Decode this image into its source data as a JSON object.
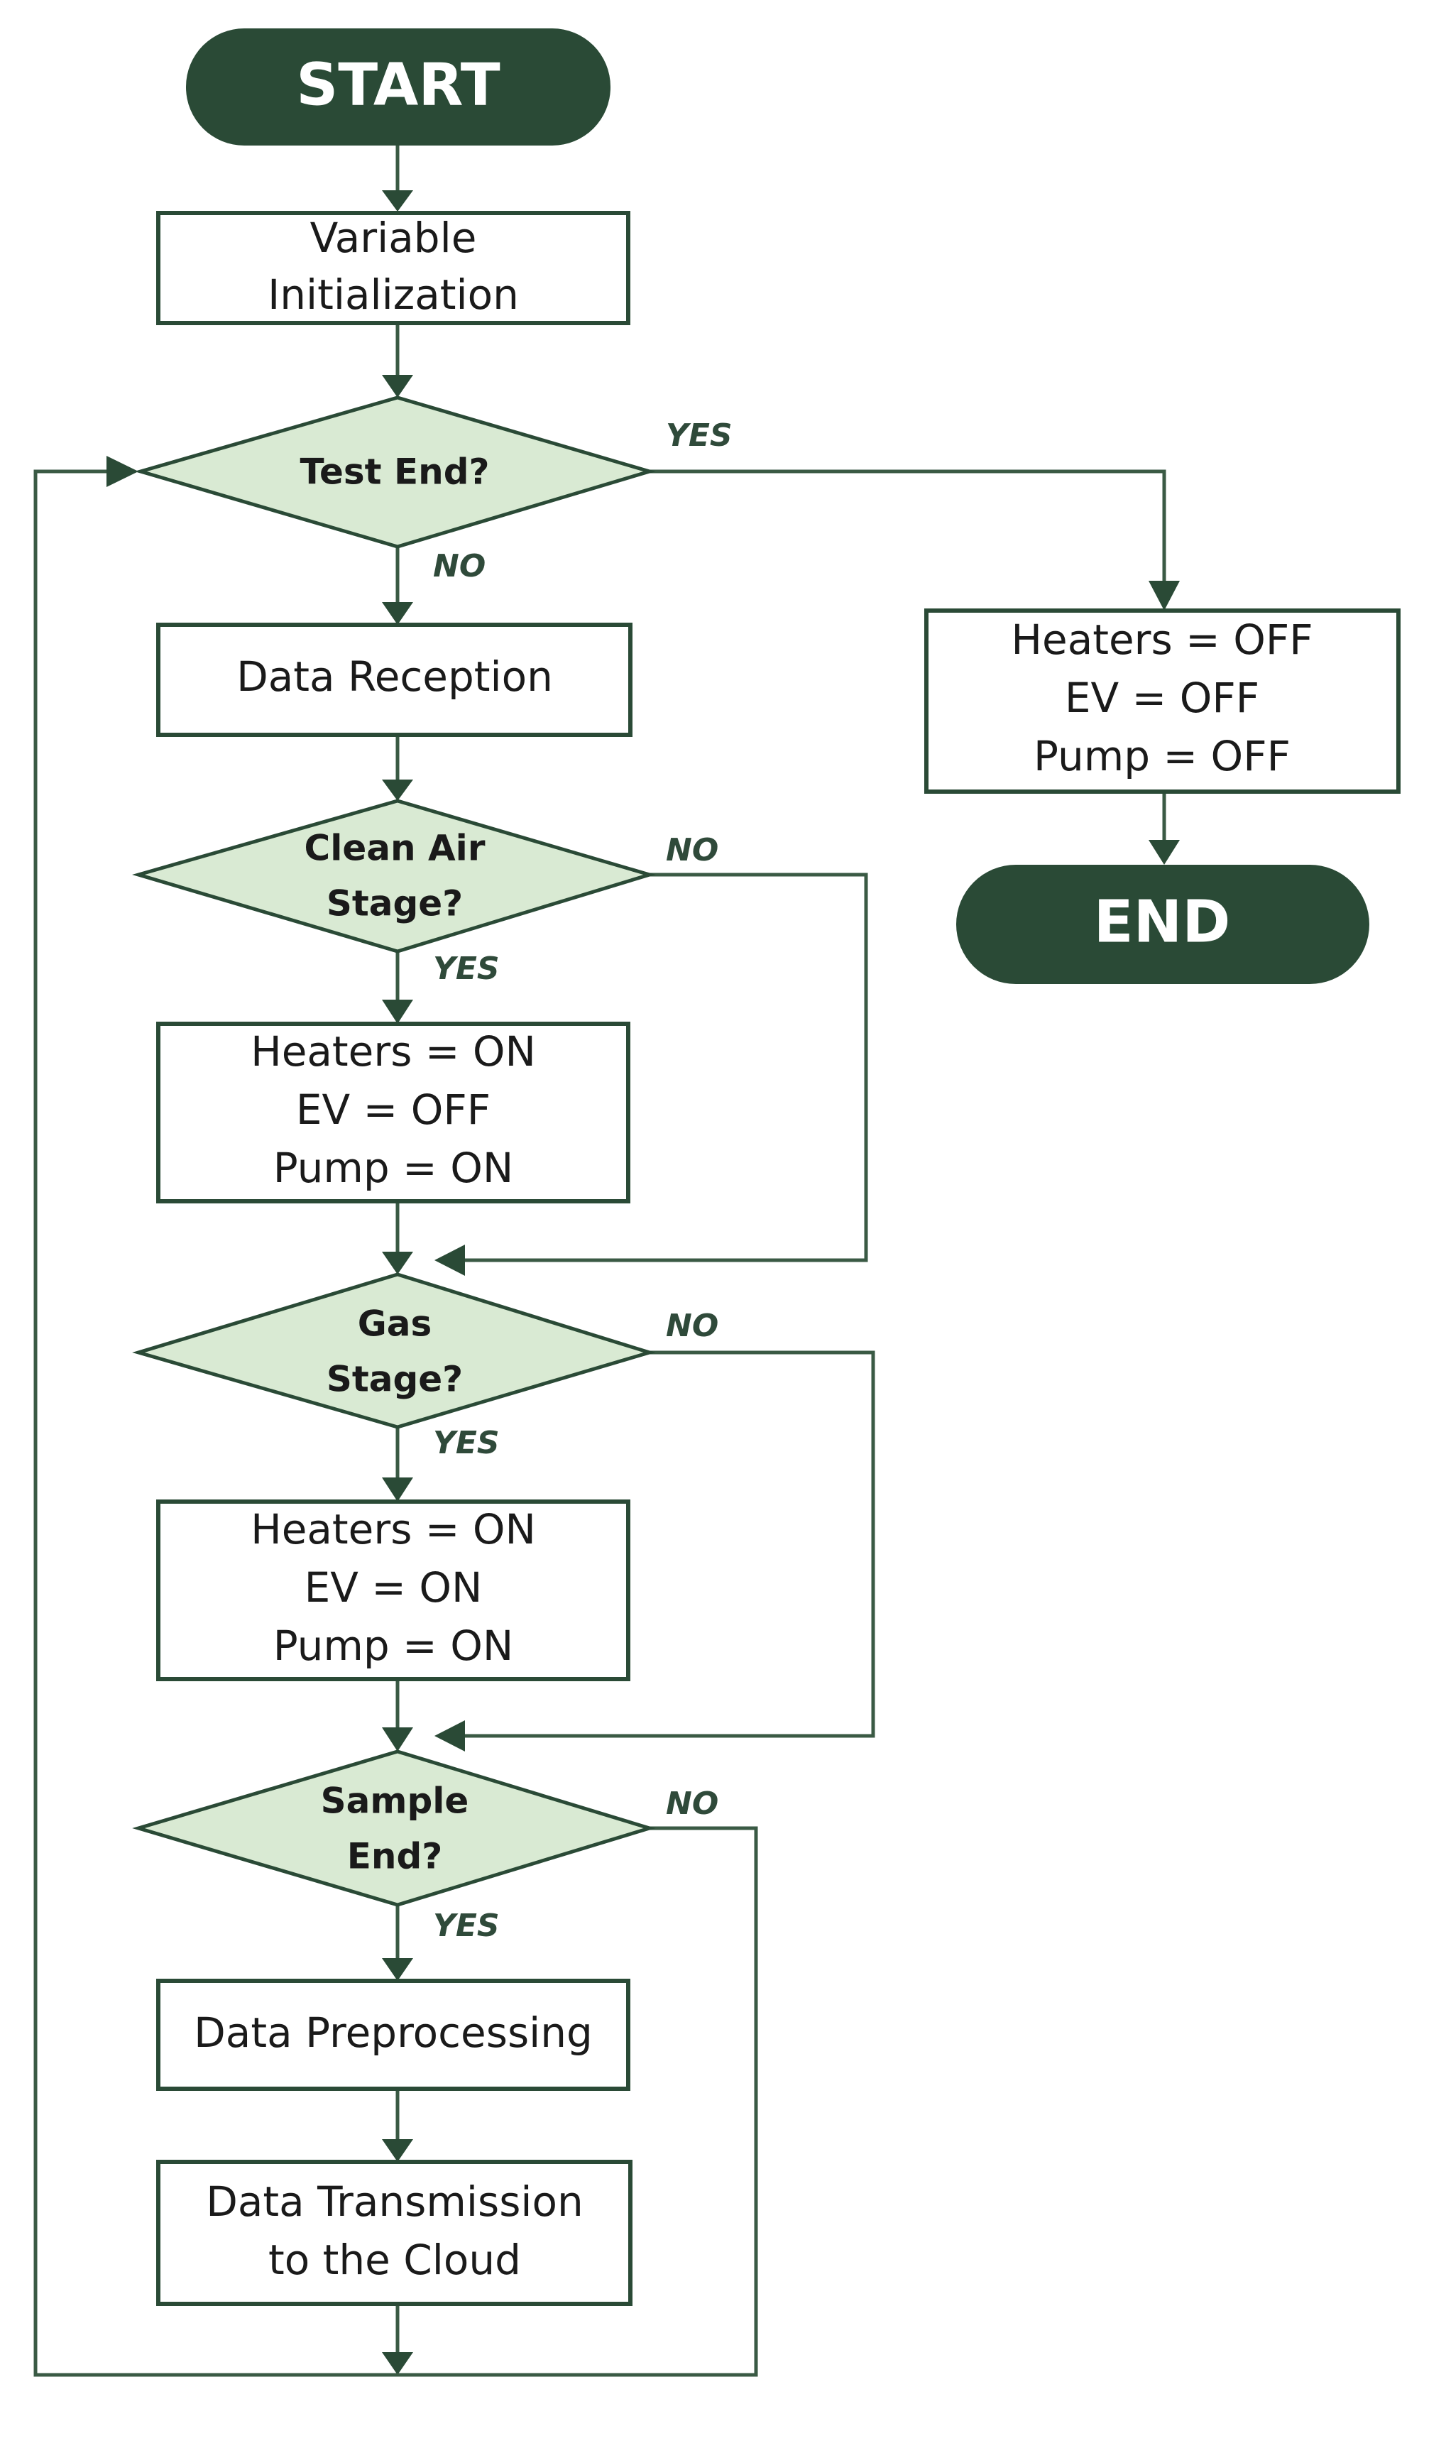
{
  "colors": {
    "terminal": "#2a4a36",
    "decision_fill": "#d9ead3",
    "stroke": "#2a4a36"
  },
  "nodes": {
    "start": "START",
    "init": [
      "Variable",
      "Initialization"
    ],
    "test_end": "Test End?",
    "data_reception": "Data Reception",
    "clean_air": [
      "Clean Air",
      "Stage?"
    ],
    "clean_air_actions": [
      "Heaters = ON",
      "EV = OFF",
      "Pump = ON"
    ],
    "gas": [
      "Gas",
      "Stage?"
    ],
    "gas_actions": [
      "Heaters = ON",
      "EV = ON",
      "Pump = ON"
    ],
    "sample_end": [
      "Sample",
      "End?"
    ],
    "preprocessing": "Data Preprocessing",
    "transmission": [
      "Data Transmission",
      "to the Cloud"
    ],
    "end_actions": [
      "Heaters = OFF",
      "EV = OFF",
      "Pump = OFF"
    ],
    "end": "END"
  },
  "edge_labels": {
    "test_end_yes": "YES",
    "test_end_no": "NO",
    "clean_air_no": "NO",
    "clean_air_yes": "YES",
    "gas_no": "NO",
    "gas_yes": "YES",
    "sample_end_no": "NO",
    "sample_end_yes": "YES"
  }
}
